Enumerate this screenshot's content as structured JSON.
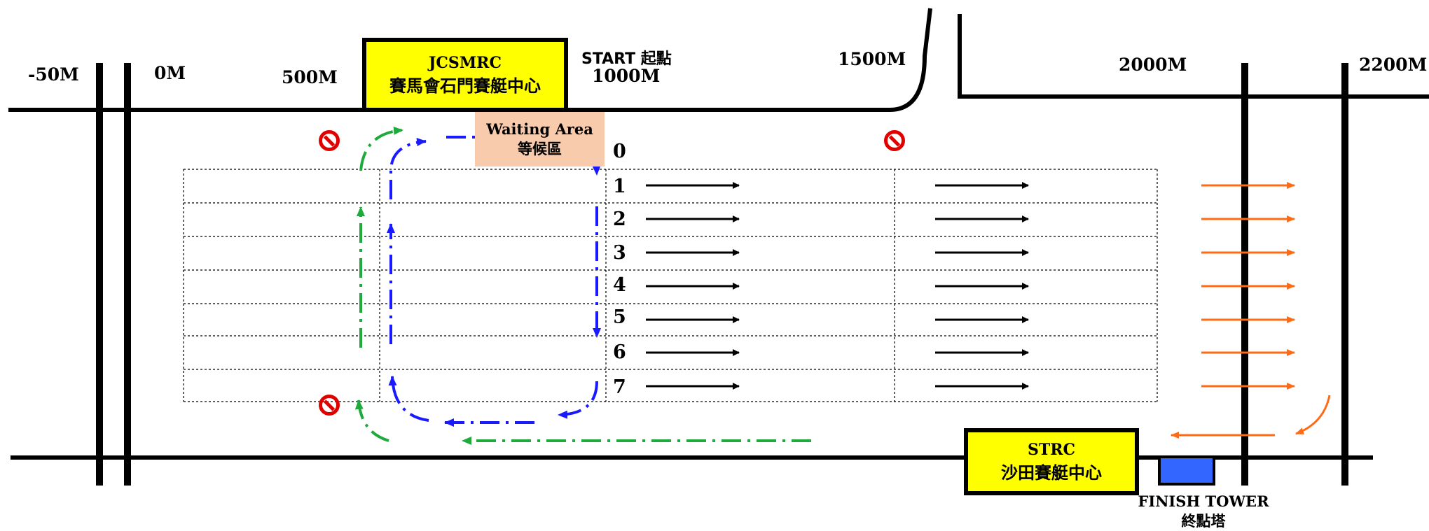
{
  "distance_markers": {
    "m_neg50": "-50M",
    "m_0": "0M",
    "m_500": "500M",
    "m_1000": "1000M",
    "m_1500": "1500M",
    "m_2000": "2000M",
    "m_2200": "2200M"
  },
  "start_label": "START 起點",
  "jcsmrc": {
    "en": "JCSMRC",
    "zh": "賽馬會石門賽艇中心"
  },
  "strc": {
    "en": "STRC",
    "zh": "沙田賽艇中心"
  },
  "waiting_area": {
    "en": "Waiting Area",
    "zh": "等候區"
  },
  "finish_tower": {
    "en": "FINISH TOWER",
    "zh": "終點塔"
  },
  "lanes": [
    "0",
    "1",
    "2",
    "3",
    "4",
    "5",
    "6",
    "7"
  ],
  "colors": {
    "box_fill": "#ffff00",
    "waiting_fill": "#f8cbad",
    "tower_fill": "#3366ff",
    "blue_route": "#1a1aff",
    "green_route": "#1faa3c",
    "orange_arrows": "#ff6a14",
    "no_entry": "#e00000"
  },
  "icons": [
    "no-entry-icon",
    "finish-tower-icon"
  ]
}
